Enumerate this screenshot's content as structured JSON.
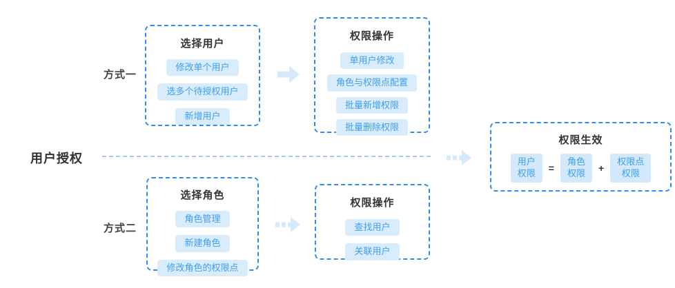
{
  "diagram": {
    "root_label": "用户授权",
    "method1": {
      "label": "方式一",
      "select_box": {
        "title": "选择用户",
        "items": [
          "修改单个用户",
          "选多个待授权用户",
          "新增用户"
        ]
      },
      "operation_box": {
        "title": "权限操作",
        "items": [
          "单用户修改",
          "角色与权限点配置",
          "批量新增权限",
          "批量删除权限"
        ]
      }
    },
    "method2": {
      "label": "方式二",
      "select_box": {
        "title": "选择角色",
        "items": [
          "角色管理",
          "新建角色",
          "修改角色的权限点"
        ]
      },
      "operation_box": {
        "title": "权限操作",
        "items": [
          "查找用户",
          "关联用户"
        ]
      }
    },
    "result_box": {
      "title": "权限生效",
      "equation": {
        "user_perm": {
          "line1": "用户",
          "line2": "权限"
        },
        "equals": "=",
        "role_perm": {
          "line1": "角色",
          "line2": "权限"
        },
        "plus": "+",
        "point_perm": {
          "line1": "权限点",
          "line2": "权限"
        }
      }
    },
    "icons": {
      "solid_arrow": "block-arrow-right-icon",
      "dashed_arrow": "dashed-arrow-right-icon"
    },
    "colors": {
      "box_border": "#2d8cf0",
      "pill_bg": "#d9ecfb",
      "pill_text": "#3d9ff0",
      "title_text": "#333333",
      "dashed_line": "#a9c6ea",
      "arrow_fill": "#d6e9fc"
    }
  }
}
